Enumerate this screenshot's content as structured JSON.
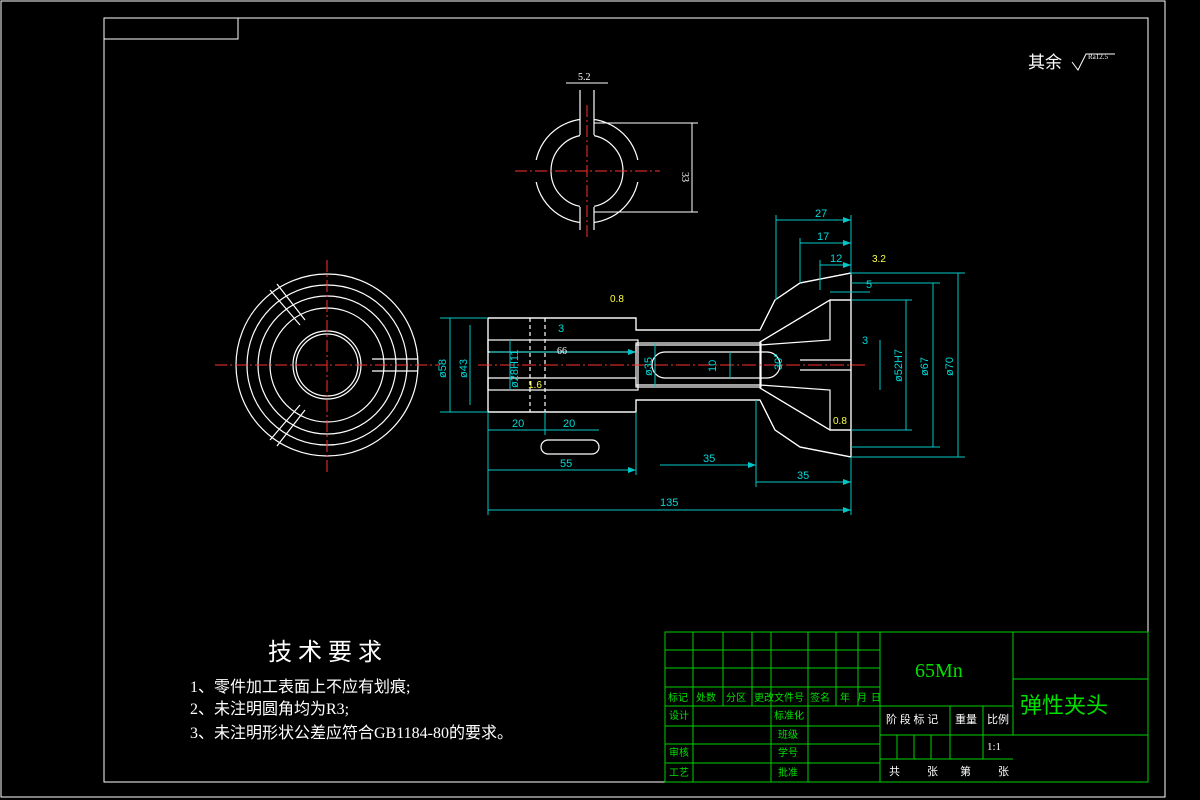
{
  "surface_note": {
    "label": "其余",
    "roughness": "Ra12.5"
  },
  "section_view": {
    "slot_width": "5.2",
    "across_flats": "33"
  },
  "dims": {
    "d27": "27",
    "d17": "17",
    "d12": "12",
    "d5": "5",
    "d3": "3",
    "r32": "3.2",
    "r08a": "0.8",
    "r16": "1.6",
    "r08b": "0.8",
    "d58": "ø58",
    "d43": "ø43",
    "d28h11": "ø28H11",
    "len66": "66",
    "d35": "ø35",
    "slot10": "10",
    "angle30": "30°",
    "d52h7": "ø52H7",
    "d67": "ø67",
    "d70": "ø70",
    "d3b": "3",
    "l20a": "20",
    "l20b": "20",
    "l55": "55",
    "l35a": "35",
    "l35b": "35",
    "l135": "135"
  },
  "tech_requirements": {
    "title": "技 术 要 求",
    "items": [
      "1、零件加工表面上不应有划痕;",
      "2、未注明圆角均为R3;",
      "3、未注明形状公差应符合GB1184-80的要求。"
    ]
  },
  "title_block": {
    "material": "65Mn",
    "part_name": "弹性夹头",
    "header_row": [
      "标记",
      "处数",
      "分区",
      "更改文件号",
      "签名",
      "年",
      "月",
      "日"
    ],
    "design": "设计",
    "standardize": "标准化",
    "class": "班级",
    "review": "审核",
    "student_no": "学号",
    "process": "工艺",
    "approve": "批准",
    "stage_mark": "阶 段 标 记",
    "weight": "重量",
    "scale_label": "比例",
    "scale": "1:1",
    "total": "共",
    "sheets": "张",
    "sheet_no": "第",
    "sheets2": "张"
  }
}
